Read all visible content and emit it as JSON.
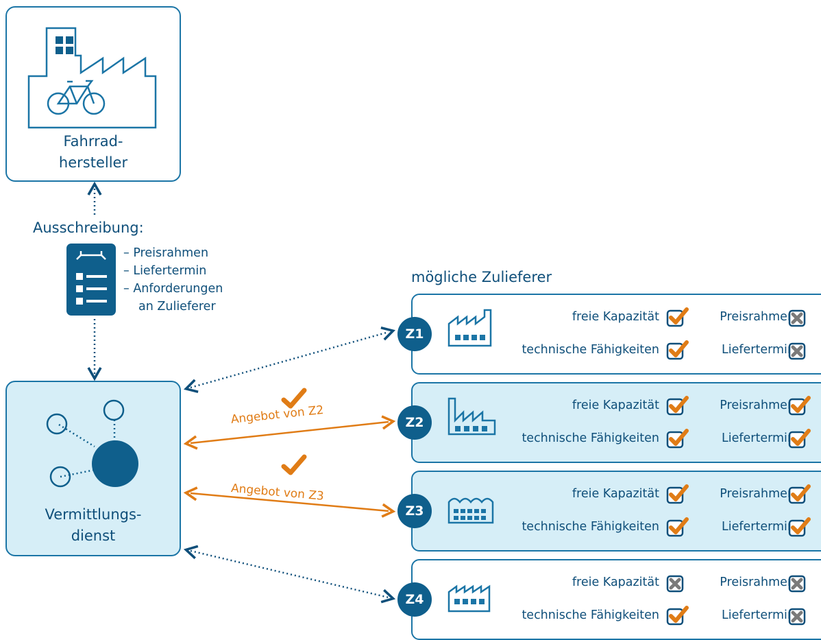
{
  "manufacturer": {
    "title_line1": "Fahrrad-",
    "title_line2": "hersteller"
  },
  "tender": {
    "title": "Ausschreibung:",
    "items": [
      "– Preisrahmen",
      "– Liefertermin",
      "– Anforderungen",
      "an Zulieferer"
    ]
  },
  "service": {
    "title_line1": "Vermittlungs-",
    "title_line2": "dienst"
  },
  "suppliers_heading": "mögliche Zulieferer",
  "criteria": {
    "capacity": "freie Kapazität",
    "price": "Preisrahmen",
    "tech": "technische Fähigkeiten",
    "date": "Liefertermin"
  },
  "suppliers": [
    {
      "id": "Z1",
      "capacity": true,
      "price": false,
      "tech": true,
      "date": false
    },
    {
      "id": "Z2",
      "capacity": true,
      "price": true,
      "tech": true,
      "date": true
    },
    {
      "id": "Z3",
      "capacity": true,
      "price": true,
      "tech": true,
      "date": true
    },
    {
      "id": "Z4",
      "capacity": false,
      "price": false,
      "tech": true,
      "date": false
    }
  ],
  "offers": [
    "Angebot von Z2",
    "Angebot von Z3"
  ],
  "icons": {
    "factory": "factory-icon",
    "bicycle": "bicycle-icon",
    "document": "document-icon",
    "network": "network-icon",
    "check": "checkmark-icon",
    "cross": "cross-icon"
  },
  "colors": {
    "dark_blue": "#0f4f7a",
    "mid_blue": "#1b75a6",
    "light_blue": "#d6eef7",
    "orange": "#e07c16",
    "grey": "#7a7a7a"
  }
}
